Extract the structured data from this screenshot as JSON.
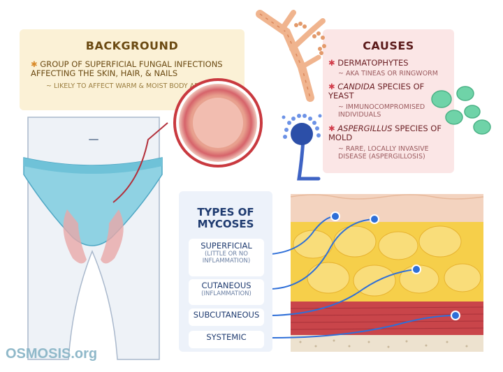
{
  "background": {
    "title": "BACKGROUND",
    "bullet": "GROUP of SUPERFICIAL FUNGAL INFECTIONS AFFECTING the SKIN, HAIR, & NAILS",
    "sub": "LIKELY to AFFECT WARM & MOIST BODY AREAS"
  },
  "causes": {
    "title": "CAUSES",
    "items": [
      {
        "label": "DERMATOPHYTES",
        "sub": "aka TINEAS or RINGWORM"
      },
      {
        "label_italic": "CANDIDA",
        "label_rest": " SPECIES of YEAST",
        "sub": "IMMUNOCOMPROMISED INDIVIDUALS"
      },
      {
        "label_italic": "ASPERGILLUS",
        "label_rest": " SPECIES of MOLD",
        "sub": "RARE, LOCALLY INVASIVE DISEASE (ASPERGILLOSIS)"
      }
    ]
  },
  "types": {
    "title_line1": "TYPES of",
    "title_line2": "MYCOSES",
    "items": [
      {
        "label": "SUPERFICIAL",
        "sub1": "(LITTLE or NO",
        "sub2": "INFLAMMATION)"
      },
      {
        "label": "CUTANEOUS",
        "sub1": "(INFLAMMATION)"
      },
      {
        "label": "SUBCUTANEOUS"
      },
      {
        "label": "SYSTEMIC"
      }
    ]
  },
  "logo": {
    "text": "OSMOSIS.org"
  },
  "colors": {
    "background_box": "#fbf1d6",
    "causes_box": "#fbe6e6",
    "types_box": "#edf2fa",
    "skin_yellow": "#f6cf4a",
    "muscle_red": "#c9454a",
    "connector_blue": "#2e6fd8",
    "briefs_blue": "#8fd2e3"
  }
}
